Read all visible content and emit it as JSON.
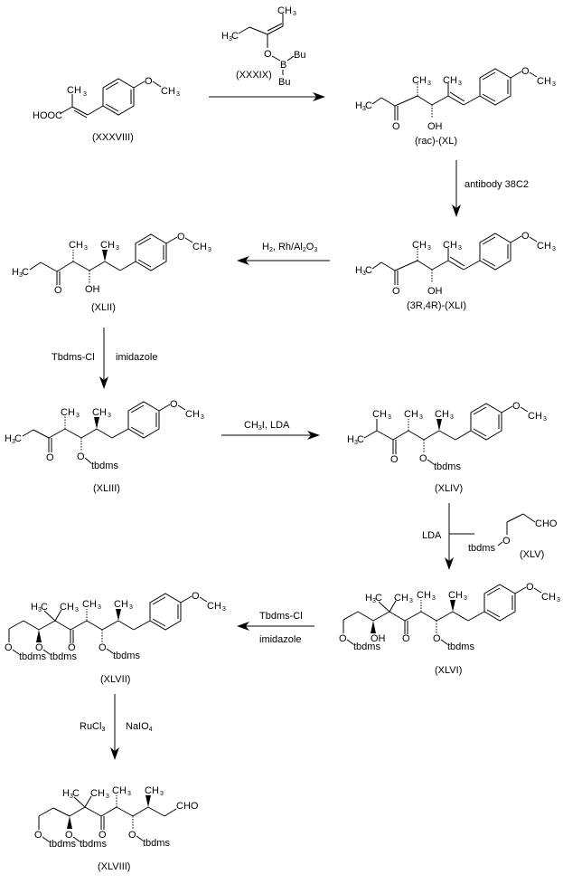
{
  "scheme": {
    "compounds": {
      "c38": {
        "label": "(XXXVIII)",
        "acid": "HOOC",
        "ch3": "CH",
        "sub3": "3",
        "o": "O"
      },
      "c39": {
        "label": "(XXXIX)",
        "h3c": "H",
        "c": "C",
        "o": "O",
        "b": "B",
        "bu1": "Bu",
        "bu2": "Bu"
      },
      "c40": {
        "label": "(rac)-(XL)",
        "o": "O",
        "oh": "OH"
      },
      "c41": {
        "label": "(3R,4R)-(XLI)",
        "o": "O",
        "oh": "OH"
      },
      "c42": {
        "label": "(XLII)",
        "o": "O",
        "oh": "OH"
      },
      "c43": {
        "label": "(XLIII)",
        "o": "O",
        "otb": "tbdms"
      },
      "c44": {
        "label": "(XLIV)",
        "o": "O",
        "otb": "tbdms"
      },
      "c45": {
        "label": "(XLV)",
        "tb": "tbdms",
        "o": "O",
        "cho": "CHO"
      },
      "c46": {
        "label": "(XLVI)",
        "o": "O",
        "oh": "OH",
        "tb": "tbdms"
      },
      "c47": {
        "label": "(XLVII)",
        "o": "O",
        "tb": "tbdms"
      },
      "c48": {
        "label": "(XLVIII)",
        "o": "O",
        "tb": "tbdms",
        "cho": "CHO"
      }
    },
    "reagents": {
      "r1": "antibody 38C2",
      "r2a": "H",
      "r2b": "2",
      "r2c": ", Rh/Al",
      "r2d": "2",
      "r2e": "O",
      "r2f": "3",
      "r3a": "Tbdms-Cl",
      "r3b": "imidazole",
      "r4a": "CH",
      "r4b": "3",
      "r4c": "I, LDA",
      "r5": "LDA",
      "r6a": "Tbdms-Cl",
      "r6b": "imidazole",
      "r7a": "RuCl",
      "r7b": "3",
      "r7c": "NaIO",
      "r7d": "4"
    },
    "atoms": {
      "ch": "CH",
      "h": "H",
      "c": "C",
      "three": "3",
      "o": "O"
    }
  }
}
